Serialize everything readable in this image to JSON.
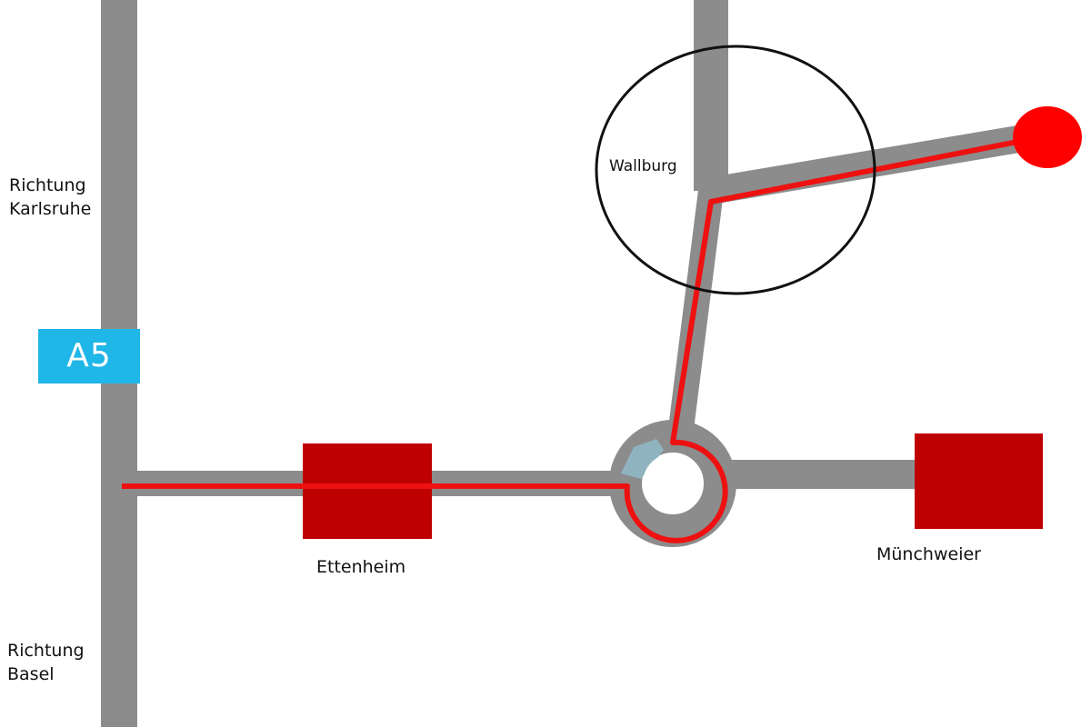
{
  "labels": {
    "karlsruhe": [
      "Richtung",
      "Karlsruhe"
    ],
    "basel": [
      "Richtung",
      "Basel"
    ],
    "ettenheim": "Ettenheim",
    "muenchweier": "Münchweier",
    "wallburg": "Wallburg"
  },
  "highway": {
    "name": "A5",
    "color": "#1fb6e8"
  },
  "colors": {
    "road": "#8c8c8c",
    "route": "#ee1111",
    "town": "#bf0000",
    "destination": "#ff0000",
    "circle": "#111111",
    "roundabout_accent": "#8fb4bf"
  }
}
